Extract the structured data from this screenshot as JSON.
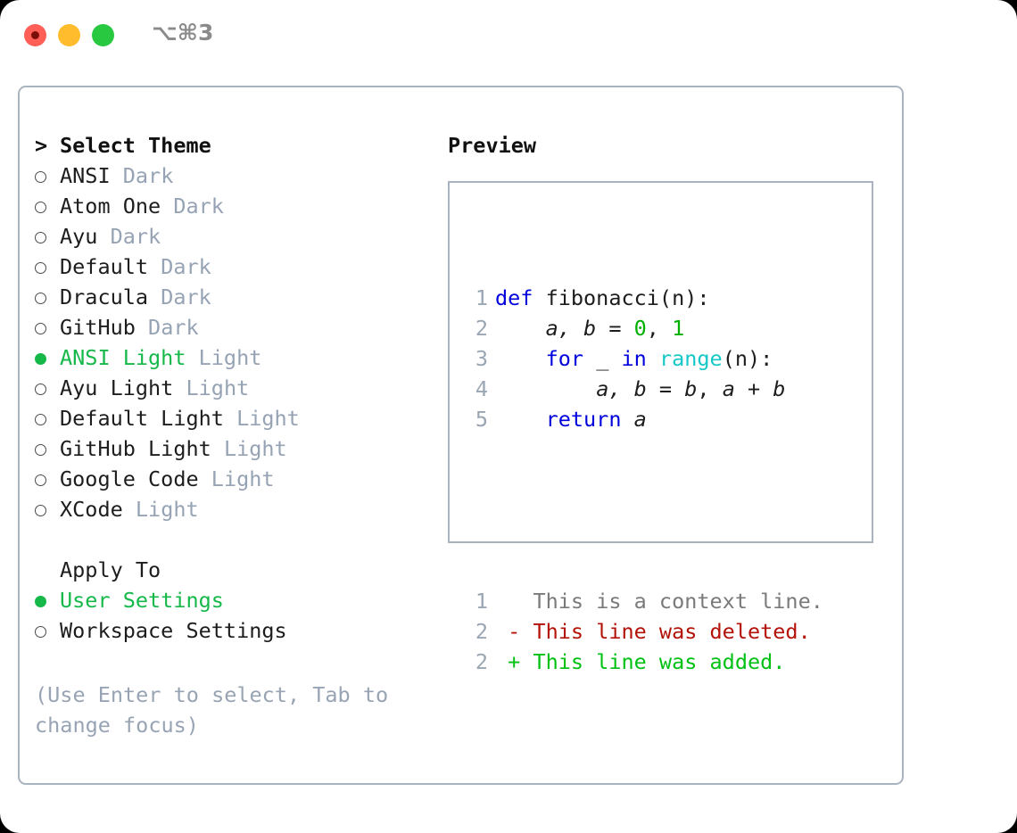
{
  "window": {
    "shortcut": "⌥⌘3",
    "traffic_lights": [
      {
        "name": "close",
        "color": "#ff5f57"
      },
      {
        "name": "minimize",
        "color": "#ffbd2e"
      },
      {
        "name": "maximize",
        "color": "#28c840"
      }
    ]
  },
  "theme_picker": {
    "header": "Select Theme",
    "caret": ">",
    "items": [
      {
        "name": "ANSI",
        "kind": "Dark",
        "selected": false
      },
      {
        "name": "Atom One",
        "kind": "Dark",
        "selected": false
      },
      {
        "name": "Ayu",
        "kind": "Dark",
        "selected": false
      },
      {
        "name": "Default",
        "kind": "Dark",
        "selected": false
      },
      {
        "name": "Dracula",
        "kind": "Dark",
        "selected": false
      },
      {
        "name": "GitHub",
        "kind": "Dark",
        "selected": false
      },
      {
        "name": "ANSI Light",
        "kind": "Light",
        "selected": true
      },
      {
        "name": "Ayu Light",
        "kind": "Light",
        "selected": false
      },
      {
        "name": "Default Light",
        "kind": "Light",
        "selected": false
      },
      {
        "name": "GitHub Light",
        "kind": "Light",
        "selected": false
      },
      {
        "name": "Google Code",
        "kind": "Light",
        "selected": false
      },
      {
        "name": "XCode",
        "kind": "Light",
        "selected": false
      }
    ]
  },
  "apply_to": {
    "header": "Apply To",
    "options": [
      {
        "label": "User Settings",
        "selected": true
      },
      {
        "label": "Workspace Settings",
        "selected": false
      }
    ]
  },
  "hint": "(Use Enter to select, Tab to change focus)",
  "preview": {
    "title": "Preview",
    "code_lines": [
      {
        "num": "1",
        "tokens": [
          {
            "t": "def ",
            "c": "kw"
          },
          {
            "t": "fibonacci(n):",
            "c": "plain"
          }
        ]
      },
      {
        "num": "2",
        "tokens": [
          {
            "t": "    ",
            "c": "plain"
          },
          {
            "t": "a, b",
            "c": "var"
          },
          {
            "t": " = ",
            "c": "plain"
          },
          {
            "t": "0",
            "c": "num"
          },
          {
            "t": ", ",
            "c": "plain"
          },
          {
            "t": "1",
            "c": "num"
          }
        ]
      },
      {
        "num": "3",
        "tokens": [
          {
            "t": "    ",
            "c": "plain"
          },
          {
            "t": "for",
            "c": "kw"
          },
          {
            "t": " _ ",
            "c": "plain"
          },
          {
            "t": "in",
            "c": "kw"
          },
          {
            "t": " ",
            "c": "plain"
          },
          {
            "t": "range",
            "c": "fn"
          },
          {
            "t": "(n):",
            "c": "plain"
          }
        ]
      },
      {
        "num": "4",
        "tokens": [
          {
            "t": "        ",
            "c": "plain"
          },
          {
            "t": "a, b",
            "c": "var"
          },
          {
            "t": " = ",
            "c": "plain"
          },
          {
            "t": "b",
            "c": "var"
          },
          {
            "t": ", ",
            "c": "plain"
          },
          {
            "t": "a",
            "c": "var"
          },
          {
            "t": " + ",
            "c": "plain"
          },
          {
            "t": "b",
            "c": "var"
          }
        ]
      },
      {
        "num": "5",
        "tokens": [
          {
            "t": "    ",
            "c": "plain"
          },
          {
            "t": "return",
            "c": "kw"
          },
          {
            "t": " ",
            "c": "plain"
          },
          {
            "t": "a",
            "c": "var"
          }
        ]
      }
    ],
    "diff_lines": [
      {
        "num": "1",
        "marker": " ",
        "text": "This is a context line.",
        "kind": "ctx"
      },
      {
        "num": "2",
        "marker": "-",
        "text": "This line was deleted.",
        "kind": "del"
      },
      {
        "num": "2",
        "marker": "+",
        "text": "This line was added.",
        "kind": "add"
      }
    ]
  },
  "colors": {
    "accent_green": "#16b84a",
    "muted": "#96a3b4",
    "border": "#aab4c0",
    "keyword": "#0000dd",
    "function": "#14c8c8",
    "number": "#00b000",
    "diff_deleted": "#b31208",
    "diff_added": "#00c113"
  }
}
